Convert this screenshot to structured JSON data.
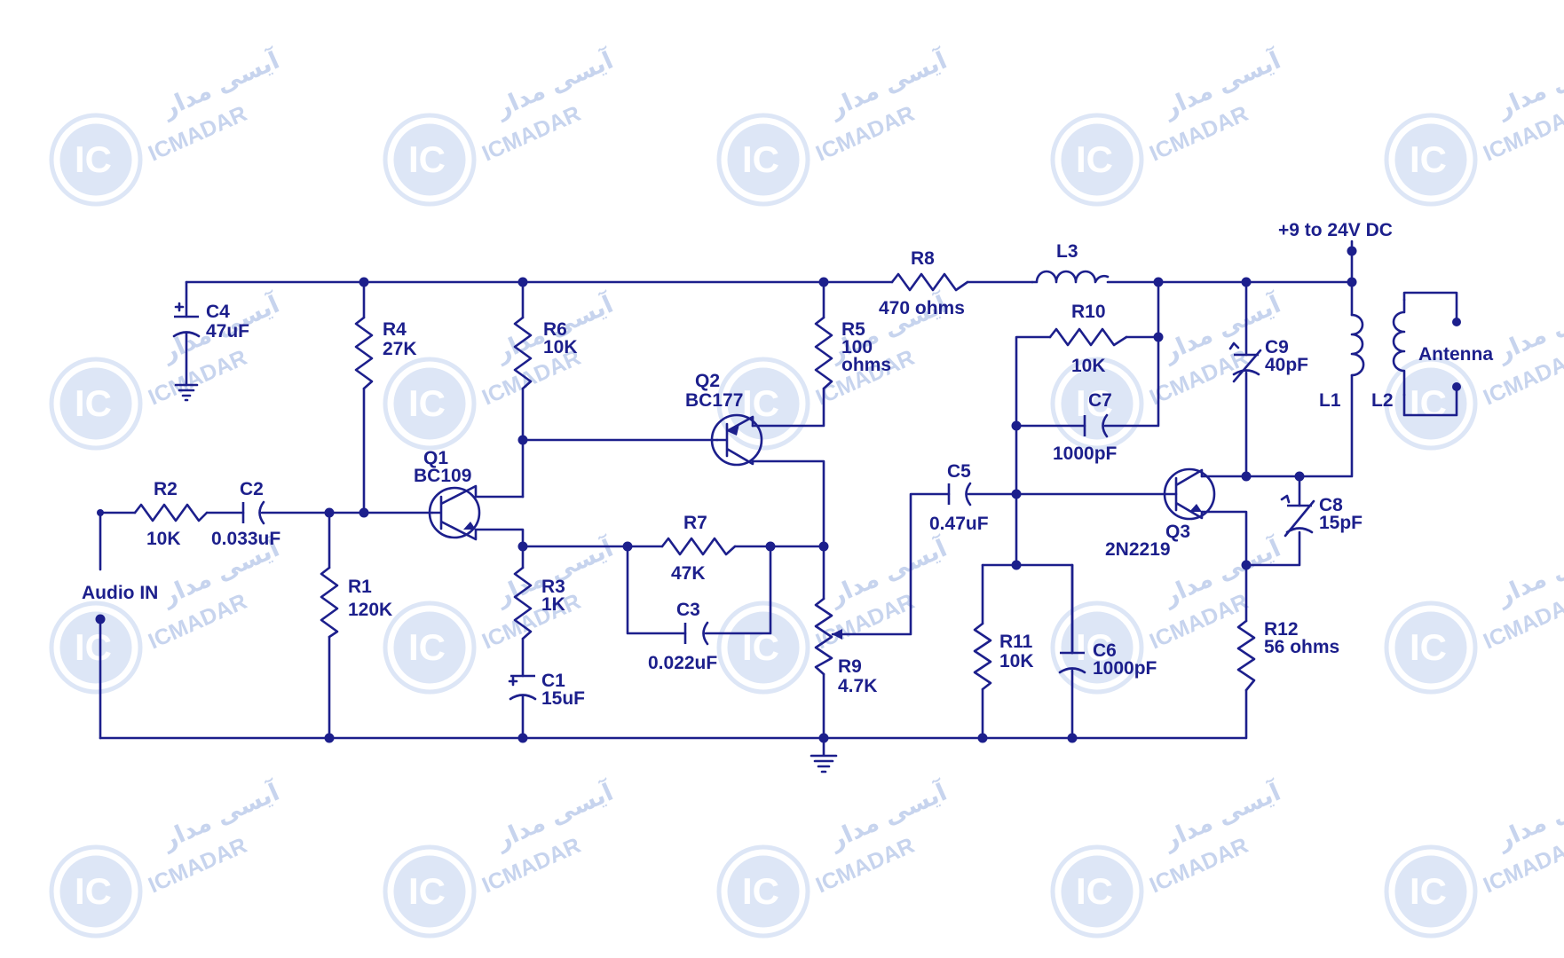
{
  "watermark": {
    "brand_fa": "آیسی مدار",
    "brand_en": "ICMADAR",
    "logo_text": "IC",
    "color": "#c7d4ee"
  },
  "supply": {
    "label": "+9 to 24V DC"
  },
  "input": {
    "label": "Audio IN"
  },
  "antenna": {
    "label": "Antenna"
  },
  "components": {
    "R1": {
      "ref": "R1",
      "value": "120K"
    },
    "R2": {
      "ref": "R2",
      "value": "10K"
    },
    "R3": {
      "ref": "R3",
      "value": "1K"
    },
    "R4": {
      "ref": "R4",
      "value": "27K"
    },
    "R5": {
      "ref": "R5",
      "value": "100",
      "value2": "ohms"
    },
    "R6": {
      "ref": "R6",
      "value": "10K"
    },
    "R7": {
      "ref": "R7",
      "value": "47K"
    },
    "R8": {
      "ref": "R8",
      "value": "470 ohms"
    },
    "R9": {
      "ref": "R9",
      "value": "4.7K"
    },
    "R10": {
      "ref": "R10",
      "value": "10K"
    },
    "R11": {
      "ref": "R11",
      "value": "10K"
    },
    "R12": {
      "ref": "R12",
      "value": "56 ohms"
    },
    "C1": {
      "ref": "C1",
      "value": "15uF"
    },
    "C2": {
      "ref": "C2",
      "value": "0.033uF"
    },
    "C3": {
      "ref": "C3",
      "value": "0.022uF"
    },
    "C4": {
      "ref": "C4",
      "value": "47uF"
    },
    "C5": {
      "ref": "C5",
      "value": "0.47uF"
    },
    "C6": {
      "ref": "C6",
      "value": "1000pF"
    },
    "C7": {
      "ref": "C7",
      "value": "1000pF"
    },
    "C8": {
      "ref": "C8",
      "value": "15pF"
    },
    "C9": {
      "ref": "C9",
      "value": "40pF"
    },
    "L1": {
      "ref": "L1"
    },
    "L2": {
      "ref": "L2"
    },
    "L3": {
      "ref": "L3"
    },
    "Q1": {
      "ref": "Q1",
      "value": "BC109"
    },
    "Q2": {
      "ref": "Q2",
      "value": "BC177"
    },
    "Q3": {
      "ref": "Q3",
      "value": "2N2219"
    }
  },
  "colors": {
    "ink": "#1c1f8c",
    "background": "#ffffff"
  }
}
